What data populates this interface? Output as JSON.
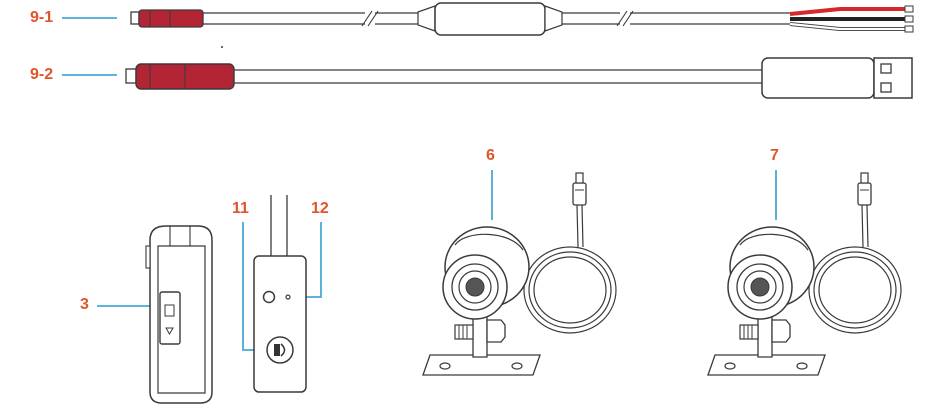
{
  "colors": {
    "callout_text": "#E0562A",
    "leader_line": "#4BA8D6",
    "outline": "#3a3a3a",
    "connector_red": "#B32435",
    "wire_red": "#D62828",
    "wire_black": "#222222",
    "wire_white": "#ffffff",
    "background": "#ffffff"
  },
  "callouts": {
    "cable_9_1": "9-1",
    "cable_9_2": "9-2",
    "part_3": "3",
    "part_11": "11",
    "part_12": "12",
    "part_6": "6",
    "part_7": "7"
  }
}
